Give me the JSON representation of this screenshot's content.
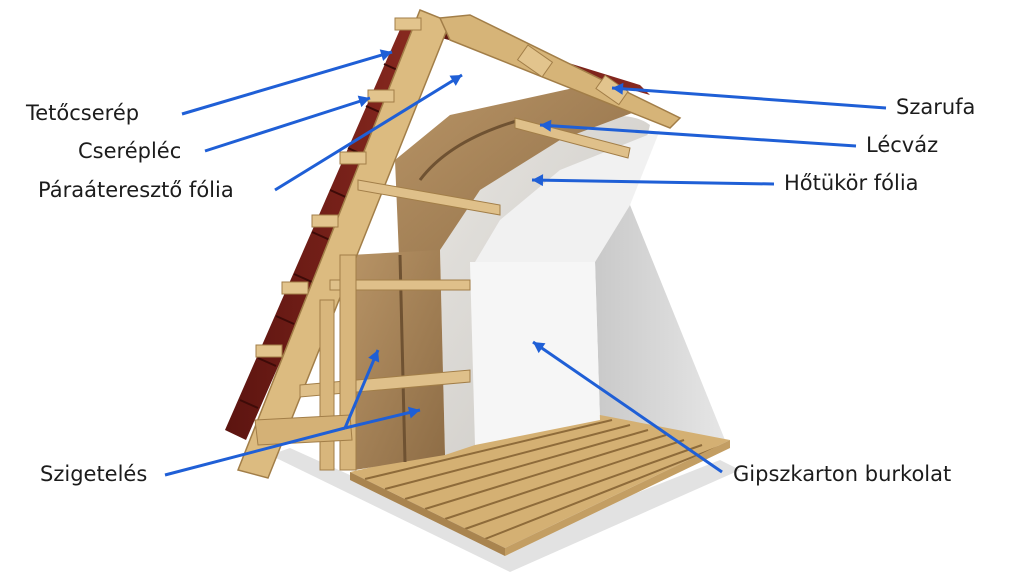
{
  "labels": {
    "roof_tile": "Tetőcserép",
    "tile_batten": "Cserépléc",
    "vapor_membrane": "Páraáteresztő fólia",
    "insulation": "Szigetelés",
    "rafter": "Szarufa",
    "lath_frame": "Lécváz",
    "reflective_foil": "Hőtükör fólia",
    "drywall": "Gipszkarton burkolat"
  },
  "colors": {
    "leader_line": "#1f5fd6",
    "roof_tile": "#7a1f1a",
    "timber": "#d9b77e",
    "insulation": "#a8855a",
    "foil": "#d8d6d2",
    "drywall": "#f4f4f4",
    "floor": "#d6b47a"
  }
}
